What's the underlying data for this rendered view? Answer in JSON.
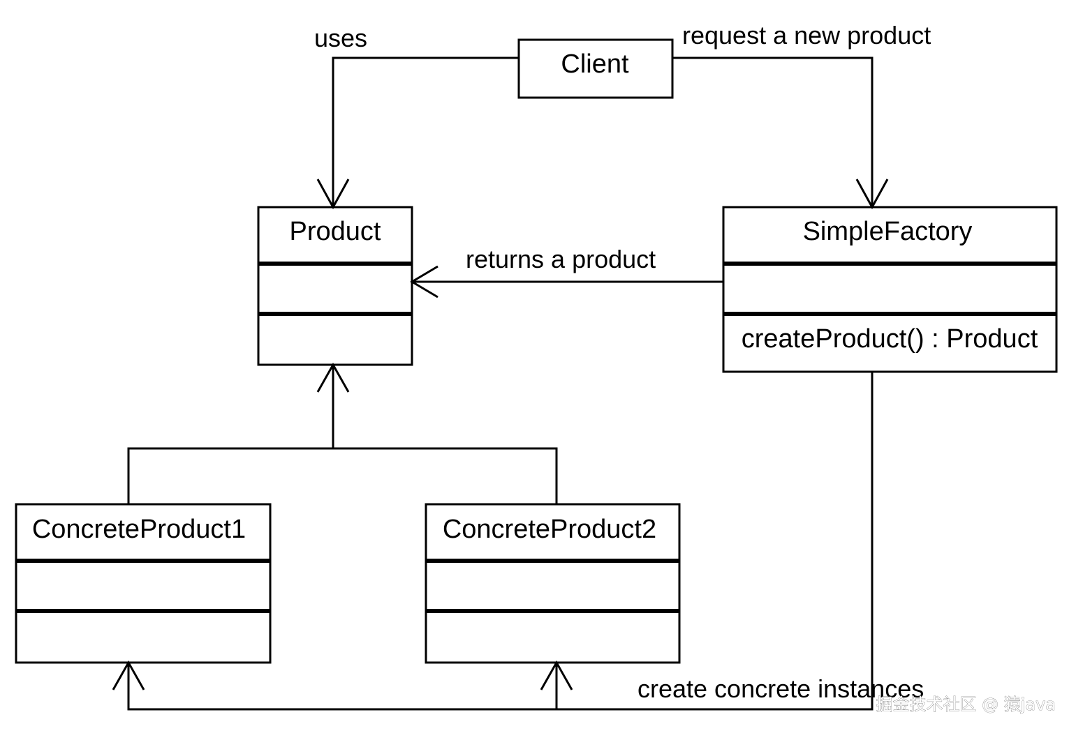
{
  "classes": {
    "client": {
      "name": "Client"
    },
    "product": {
      "name": "Product",
      "attributes": "",
      "operations": ""
    },
    "simple_factory": {
      "name": "SimpleFactory",
      "attributes": "",
      "operations": "createProduct() : Product"
    },
    "concrete_product_1": {
      "name": "ConcreteProduct1",
      "attributes": "",
      "operations": ""
    },
    "concrete_product_2": {
      "name": "ConcreteProduct2",
      "attributes": "",
      "operations": ""
    }
  },
  "relations": {
    "uses": "uses",
    "request": "request a new product",
    "returns": "returns a product",
    "creates": "create concrete instances"
  },
  "watermark": "掘金技术社区 @ 猿java",
  "colors": {
    "stroke": "#000000",
    "background": "#ffffff"
  }
}
